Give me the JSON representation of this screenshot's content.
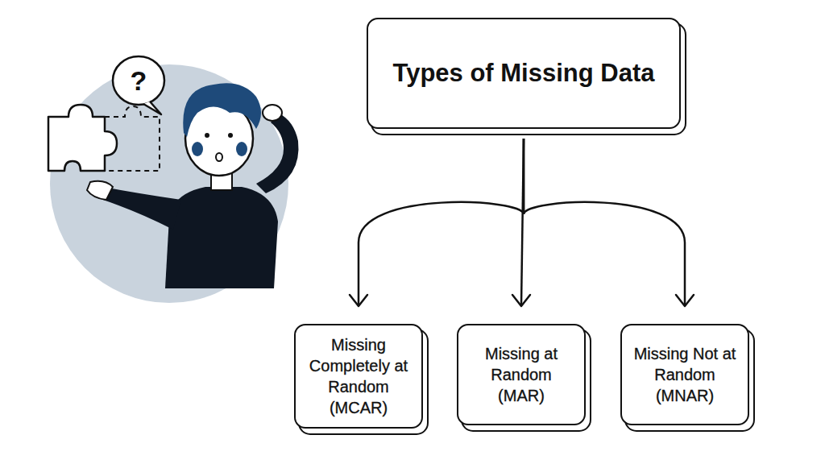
{
  "diagram": {
    "nodes": [
      {
        "text": [
          "Types of Missing Data"
        ]
      },
      {
        "text": [
          "Missing Completely at Random (MCAR)"
        ]
      },
      {
        "text": [
          "Missing at Random (MAR)"
        ]
      },
      {
        "text": [
          "Missing Not at Random (MNAR)"
        ]
      }
    ],
    "edges": [
      {
        "from": 0,
        "to": 1,
        "arrow": "to"
      },
      {
        "from": 0,
        "to": 2,
        "arrow": "to"
      },
      {
        "from": 0,
        "to": 3,
        "arrow": "to"
      }
    ],
    "labels": [
      "?"
    ]
  }
}
